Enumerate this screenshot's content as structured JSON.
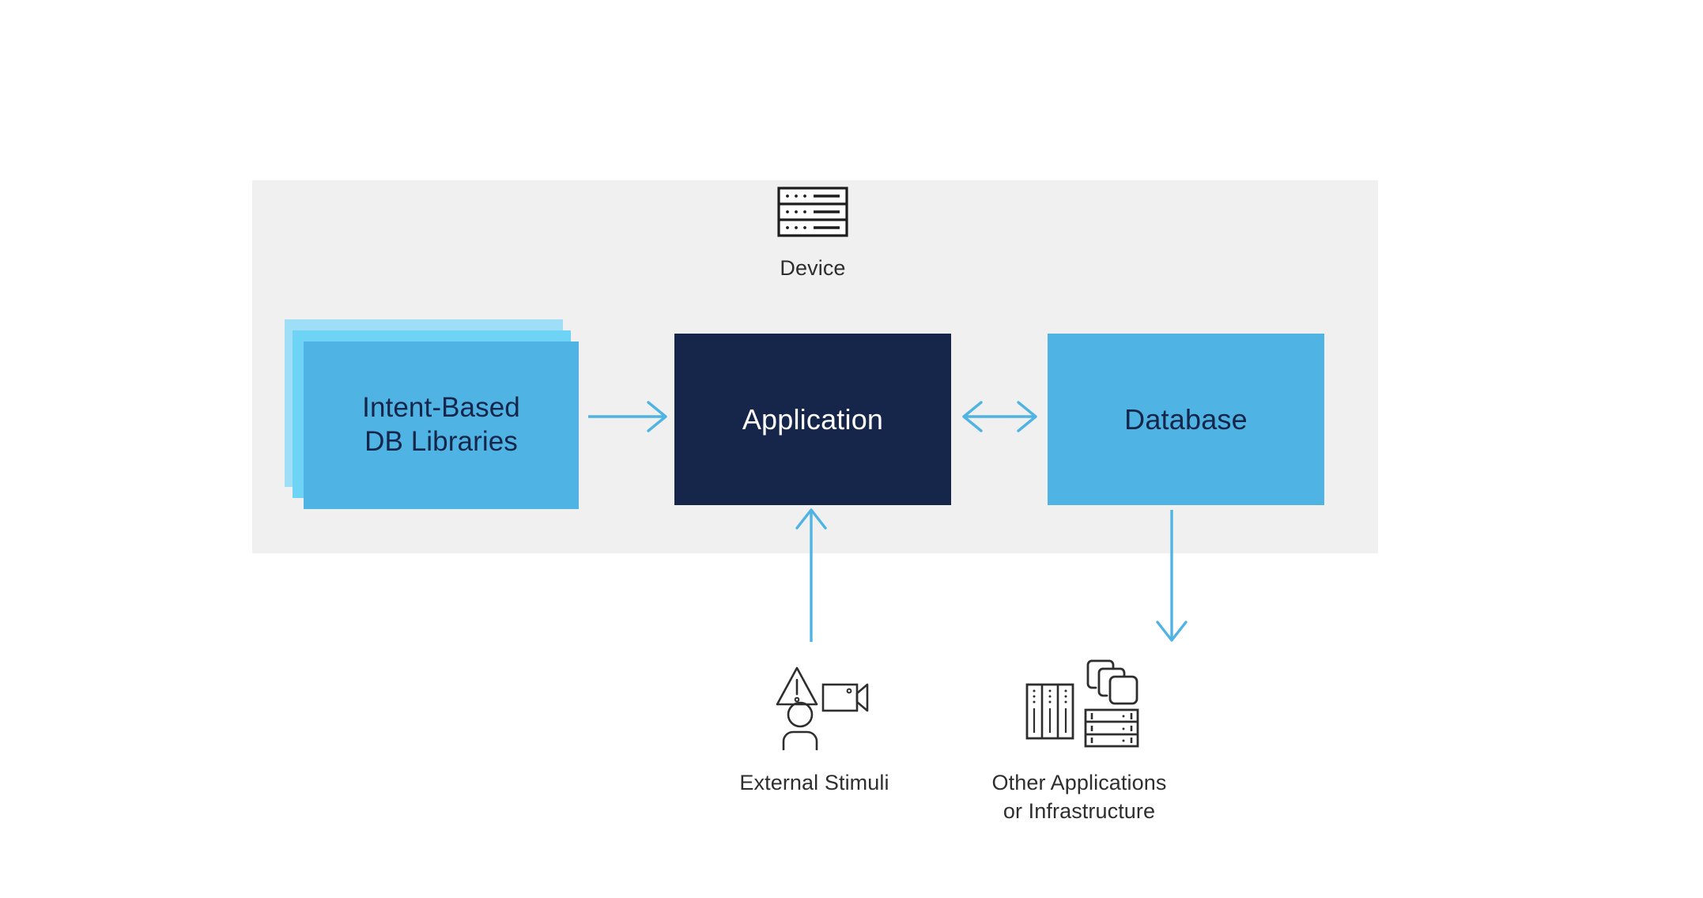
{
  "diagram": {
    "title": "Intent-Based DB application architecture",
    "panel": {
      "name": "application-scope-panel",
      "background_color": "#f0f0f0"
    },
    "colors": {
      "accent_blue": "#4fb4e3",
      "stack_mid_blue": "#6fd3f5",
      "stack_back_blue": "#9edef7",
      "navy": "#16254a",
      "arrow_blue": "#4fb4e3",
      "panel_grey": "#f0f0f0",
      "icon_stroke": "#2e2e2e",
      "caption_text": "#2e2e2e",
      "white": "#ffffff"
    },
    "nodes": {
      "libraries": {
        "label": "Intent-Based\nDB Libraries",
        "text_color": "#16254a",
        "fill": "#4fb4e3",
        "style": "stacked-cards"
      },
      "application": {
        "label": "Application",
        "text_color": "#ffffff",
        "fill": "#16254a",
        "style": "solid-box"
      },
      "database": {
        "label": "Database",
        "text_color": "#16254a",
        "fill": "#4fb4e3",
        "style": "solid-box"
      },
      "device": {
        "label": "Device",
        "icon": "network-switch-icon",
        "text_color": "#2e2e2e"
      },
      "external_stimuli": {
        "label": "External Stimuli",
        "icons": [
          "warning-triangle-icon",
          "video-camera-icon",
          "person-icon"
        ],
        "text_color": "#2e2e2e"
      },
      "other_applications": {
        "label": "Other Applications\nor Infrastructure",
        "icons": [
          "server-towers-icon",
          "stacked-windows-icon",
          "server-rack-icon"
        ],
        "text_color": "#2e2e2e"
      }
    },
    "connections": [
      {
        "name": "libraries-to-application",
        "from": "libraries",
        "to": "application",
        "direction": "right",
        "heads": 1,
        "color": "#4fb4e3"
      },
      {
        "name": "application-to-database",
        "from": "application",
        "to": "database",
        "direction": "bidirectional",
        "heads": 2,
        "color": "#4fb4e3"
      },
      {
        "name": "external-stimuli-to-application",
        "from": "external_stimuli",
        "to": "application",
        "direction": "up",
        "heads": 1,
        "color": "#4fb4e3"
      },
      {
        "name": "database-to-other-applications",
        "from": "database",
        "to": "other_applications",
        "direction": "down",
        "heads": 1,
        "color": "#4fb4e3"
      }
    ]
  }
}
